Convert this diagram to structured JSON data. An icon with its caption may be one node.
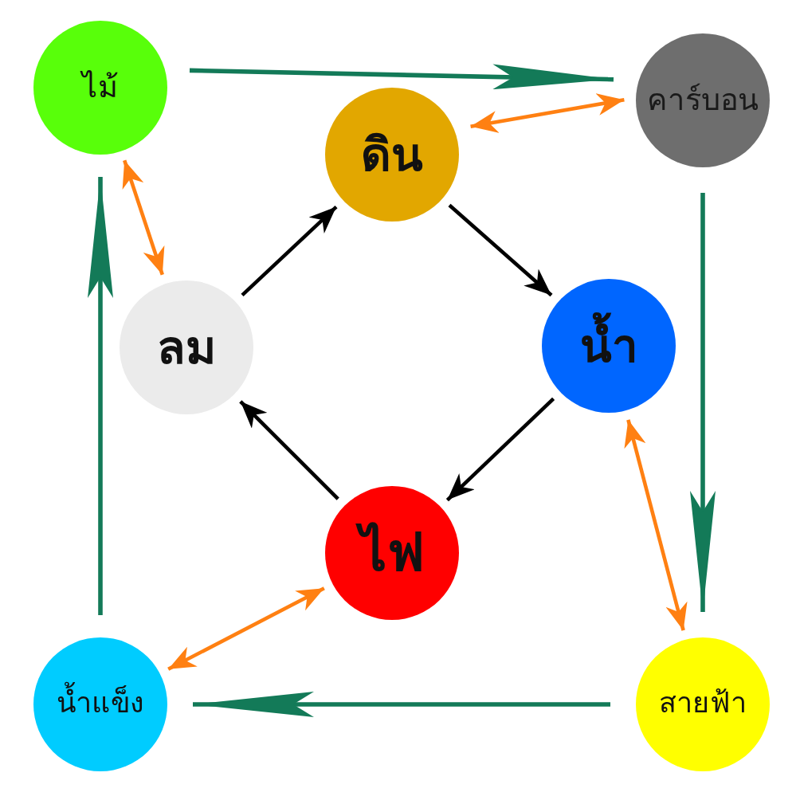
{
  "diagram": {
    "nodes": [
      {
        "text": [
          "ไม้"
        ]
      },
      {
        "text": [
          "ดิน"
        ]
      },
      {
        "text": [
          "คาร์บอน"
        ]
      },
      {
        "text": [
          "ลม"
        ]
      },
      {
        "text": [
          "น้ำ"
        ]
      },
      {
        "text": [
          "ไฟ"
        ]
      },
      {
        "text": [
          "น้ำแข็ง"
        ]
      },
      {
        "text": [
          "สายฟ้า"
        ]
      }
    ],
    "edges": [
      {
        "from": 3,
        "to": 1,
        "arrow": "to"
      },
      {
        "from": 1,
        "to": 4,
        "arrow": "to"
      },
      {
        "from": 4,
        "to": 5,
        "arrow": "to"
      },
      {
        "from": 5,
        "to": 3,
        "arrow": "to"
      },
      {
        "from": 0,
        "to": 2,
        "arrow": "to",
        "color": "#137a58"
      },
      {
        "from": 2,
        "to": 7,
        "arrow": "to",
        "color": "#137a58"
      },
      {
        "from": 7,
        "to": 6,
        "arrow": "to",
        "color": "#137a58"
      },
      {
        "from": 6,
        "to": 0,
        "arrow": "to",
        "color": "#137a58"
      },
      {
        "from": 0,
        "to": 3,
        "arrow": "both",
        "color": "#ff8012"
      },
      {
        "from": 1,
        "to": 2,
        "arrow": "both",
        "color": "#ff8012"
      },
      {
        "from": 4,
        "to": 7,
        "arrow": "both",
        "color": "#ff8012"
      },
      {
        "from": 5,
        "to": 6,
        "arrow": "both",
        "color": "#ff8012"
      }
    ]
  }
}
